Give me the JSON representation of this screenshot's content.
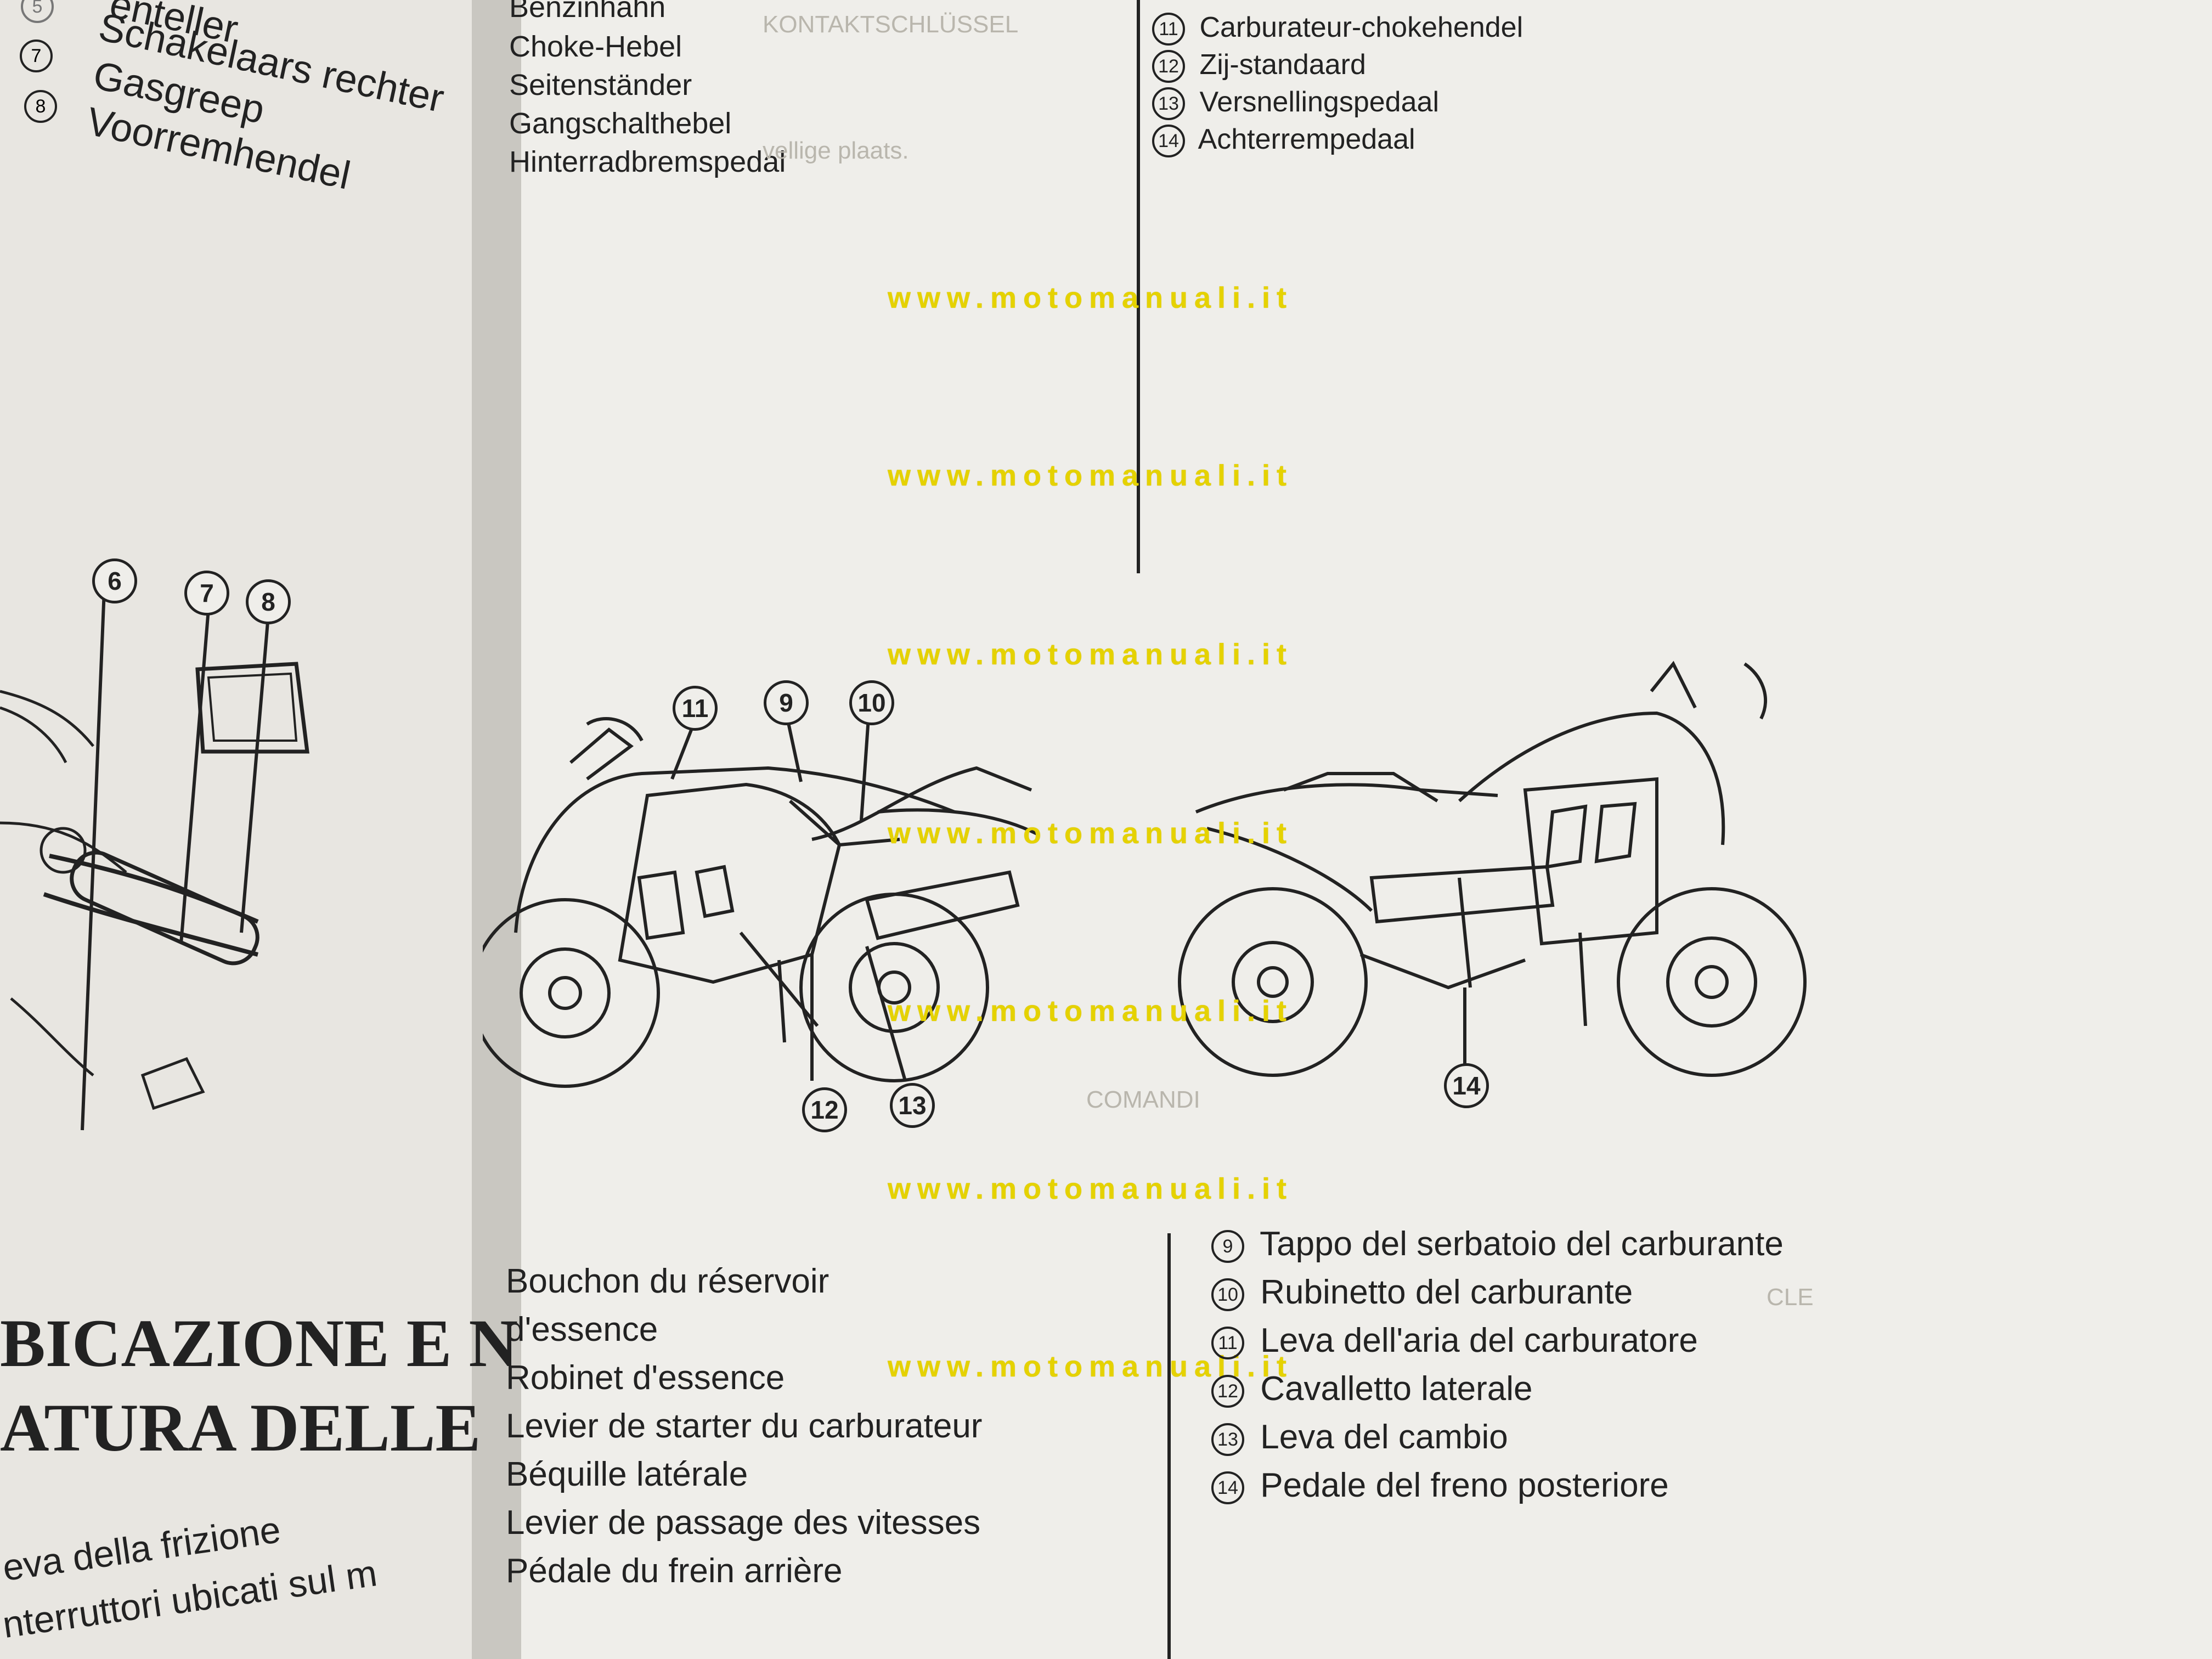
{
  "left_page": {
    "list_top": [
      "enteller",
      "Schakelaars rechter",
      "Gasgreep",
      "Voorremhendel"
    ],
    "callouts": [
      "6",
      "7",
      "8"
    ],
    "heading_line1": "BICAZIONE E N",
    "heading_line2": "ATURA DELLE",
    "bottom_lines": [
      "eva della frizione",
      "nterruttori ubicati sul m"
    ]
  },
  "german_list": [
    "Benzinhahn",
    "Choke-Hebel",
    "Seitenständer",
    "Gangschalthebel",
    "Hinterradbremspedal"
  ],
  "dutch_list": [
    {
      "num": "11",
      "label": "Carburateur-chokehendel"
    },
    {
      "num": "12",
      "label": "Zij-standaard"
    },
    {
      "num": "13",
      "label": "Versnellingspedaal"
    },
    {
      "num": "14",
      "label": "Achterrempedaal"
    }
  ],
  "watermark": "www.motomanuali.it",
  "diagram_callouts": {
    "left_bike": [
      "11",
      "9",
      "10",
      "12",
      "13"
    ],
    "right_bike": [
      "14"
    ]
  },
  "french_list": [
    "Bouchon du réservoir",
    "d'essence",
    "Robinet d'essence",
    "Levier de starter du carburateur",
    "Béquille latérale",
    "Levier de passage des vitesses",
    "Pédale du frein arrière"
  ],
  "italian_list": [
    {
      "num": "9",
      "label": "Tappo del serbatoio del carburante"
    },
    {
      "num": "10",
      "label": "Rubinetto del carburante"
    },
    {
      "num": "11",
      "label": "Leva dell'aria del carburatore"
    },
    {
      "num": "12",
      "label": "Cavalletto laterale"
    },
    {
      "num": "13",
      "label": "Leva del cambio"
    },
    {
      "num": "14",
      "label": "Pedale del freno posteriore"
    }
  ],
  "colors": {
    "paper": "#efeeea",
    "ink": "#222222",
    "watermark": "#e5d200"
  }
}
